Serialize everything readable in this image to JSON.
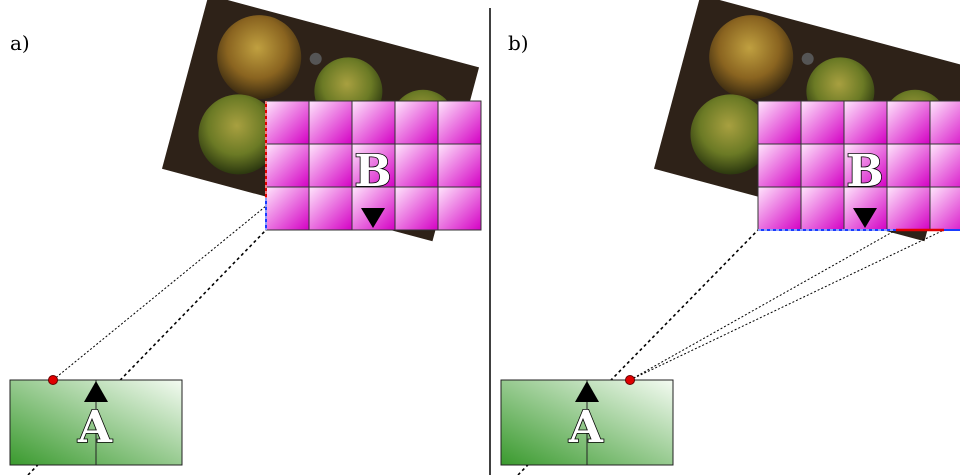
{
  "panels": [
    {
      "label": "a)",
      "object_a_letter": "A",
      "object_b_letter": "B"
    },
    {
      "label": "b)",
      "object_a_letter": "A",
      "object_b_letter": "B"
    }
  ],
  "colors": {
    "object_a_fill_dark": "#3a9a2e",
    "object_a_fill_light": "#f4fbf2",
    "object_b_fill_dark": "#d400c4",
    "object_b_fill_light": "#ffe6fc",
    "marker_point": "#e00000",
    "edge_red": "#e00000",
    "edge_blue": "#1a3cff",
    "divider": "#000000",
    "sight_line": "#000000",
    "texture_dark": "#2e2218",
    "texture_foliage": "#8a8a2a"
  },
  "icons": {
    "object_a_heading": "up-triangle-icon",
    "object_b_heading": "down-triangle-icon",
    "texture": "foliage-texture-icon",
    "viewpoint": "red-dot-icon"
  }
}
